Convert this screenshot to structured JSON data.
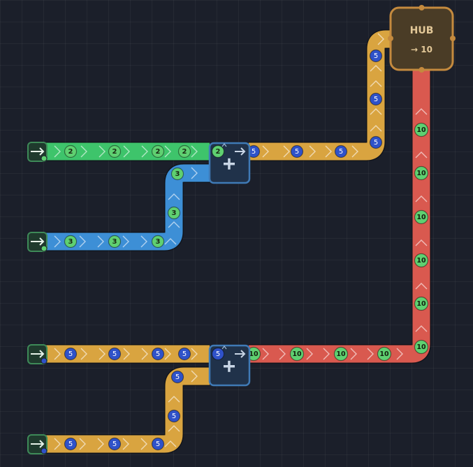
{
  "colors": {
    "green": "#3ec46b",
    "blue": "#3d8fd6",
    "orange": "#d9a440",
    "red": "#d9594f",
    "token_green": "#5fd071",
    "token_blue": "#2f52c9",
    "hub_fill": "#4a3c26",
    "hub_border": "#c48a3e",
    "adder_fill": "#20324a",
    "adder_border": "#3f7ab6",
    "source_fill": "#1f3a2d",
    "source_border": "#3e8a58"
  },
  "hub": {
    "title": "HUB",
    "target": "→ 10"
  },
  "sources": [
    {
      "id": "source-1",
      "icon": "arrow-right-icon",
      "dot": "green"
    },
    {
      "id": "source-2",
      "icon": "arrow-right-icon",
      "dot": "green"
    },
    {
      "id": "source-3",
      "icon": "arrow-right-icon",
      "dot": "blue"
    },
    {
      "id": "source-4",
      "icon": "arrow-right-icon",
      "dot": "blue"
    }
  ],
  "adders": [
    {
      "id": "adder-top",
      "icon": "plus-icon",
      "input_tokens": [
        "2"
      ],
      "output_token": "5"
    },
    {
      "id": "adder-bottom",
      "icon": "plus-icon",
      "input_tokens": [
        "5"
      ],
      "output_token": "10"
    }
  ],
  "belts": [
    {
      "id": "belt-green",
      "color": "green",
      "tokens": [
        "2",
        "2",
        "2",
        "2"
      ]
    },
    {
      "id": "belt-blue",
      "color": "blue",
      "tokens": [
        "3",
        "3",
        "3",
        "3",
        "3"
      ]
    },
    {
      "id": "belt-orange-top",
      "color": "orange",
      "tokens": [
        "5",
        "5",
        "5",
        "5",
        "5",
        "5"
      ]
    },
    {
      "id": "belt-orange-mid",
      "color": "orange",
      "tokens": [
        "5",
        "5",
        "5",
        "5"
      ]
    },
    {
      "id": "belt-orange-low",
      "color": "orange",
      "tokens": [
        "5",
        "5",
        "5",
        "5",
        "5"
      ]
    },
    {
      "id": "belt-red",
      "color": "red",
      "tokens": [
        "10",
        "10",
        "10",
        "10",
        "10",
        "10",
        "10",
        "10",
        "10",
        "10"
      ]
    }
  ]
}
